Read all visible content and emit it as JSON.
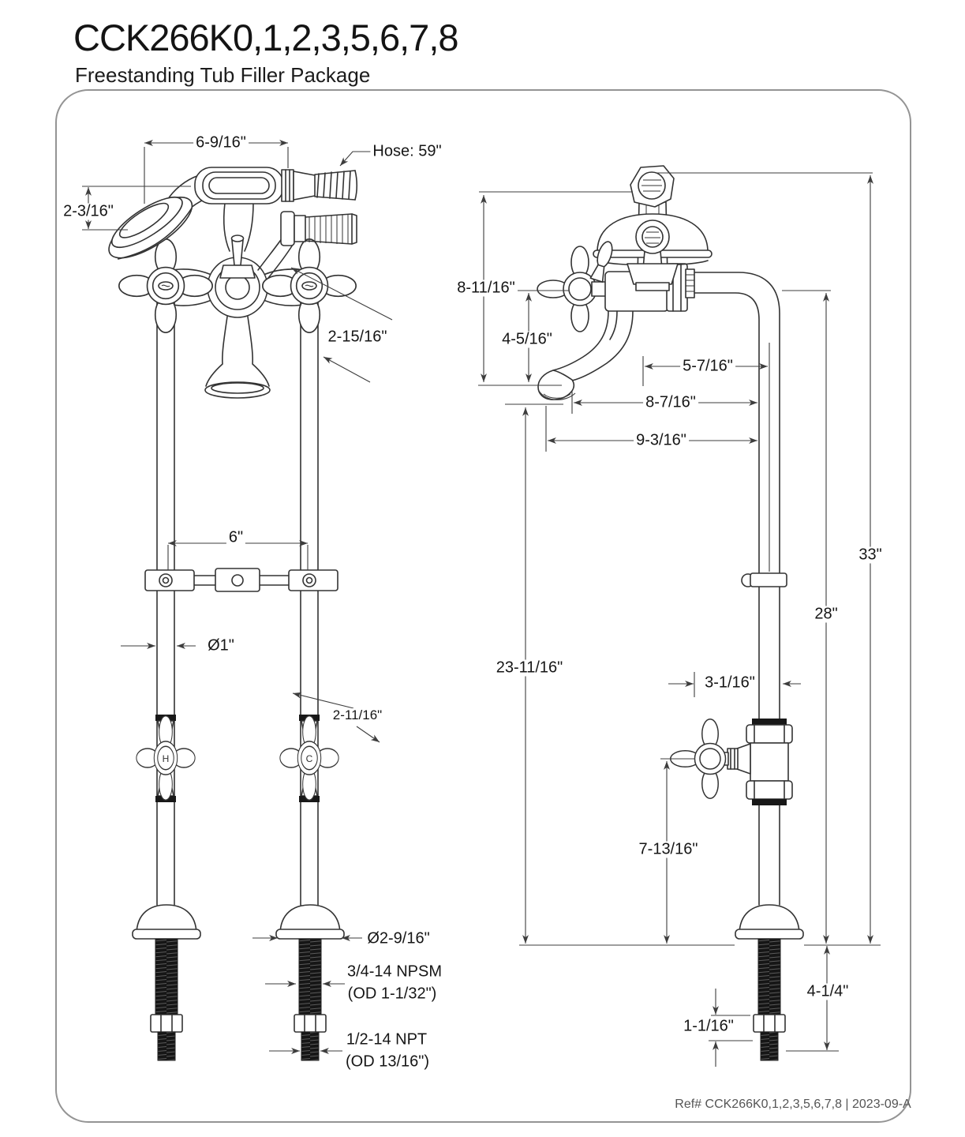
{
  "header": {
    "model": "CCK266K0,1,2,3,5,6,7,8",
    "product": "Freestanding Tub Filler Package"
  },
  "front_view": {
    "spout_width": "6-9/16\"",
    "hose_length": "Hose: 59\"",
    "handshower_offset": "2-3/16\"",
    "handle_diameter": "2-15/16\"",
    "pipe_spacing": "6\"",
    "pipe_diameter": "Ø1\"",
    "valve_diameter": "2-11/16\"",
    "escutcheon_diameter": "Ø2-9/16\"",
    "upper_thread": "3/4-14 NPSM",
    "upper_thread_od": "(OD 1-1/32\")",
    "lower_thread": "1/2-14 NPT",
    "lower_thread_od": "(OD 13/16\")",
    "hot_marker": "H",
    "cold_marker": "C"
  },
  "side_view": {
    "height_to_spout_top": "8-11/16\"",
    "spout_drop": "4-5/16\"",
    "reach_center": "5-7/16\"",
    "reach_mid": "8-7/16\"",
    "reach_tip": "9-3/16\"",
    "overall_height": "33\"",
    "riser_height": "28\"",
    "spout_outlet_height": "23-11/16\"",
    "valve_offset": "3-1/16\"",
    "valve_height": "7-13/16\"",
    "floor_thread_length": "4-1/4\"",
    "nut_section": "1-1/16\""
  },
  "footer": {
    "ref": "Ref# CCK266K0,1,2,3,5,6,7,8 | 2023-09-A"
  }
}
